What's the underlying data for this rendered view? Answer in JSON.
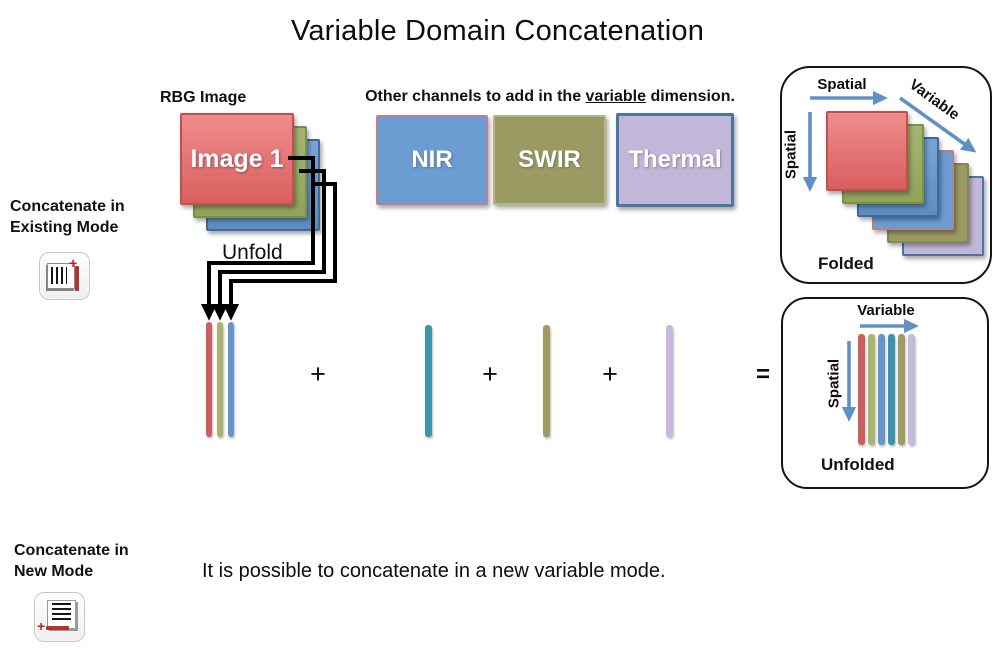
{
  "title": "Variable Domain Concatenation",
  "left_panel": {
    "existing": {
      "line1": "Concatenate in",
      "line2": "Existing Mode"
    },
    "new_mode": {
      "line1": "Concatenate in",
      "line2": "New Mode"
    }
  },
  "rgb_image": {
    "caption": "RBG Image",
    "front_label": "Image 1"
  },
  "unfold_label": "Unfold",
  "other_channels": {
    "prefix": "Other channels to add in the ",
    "underlined": "variable",
    "suffix": " dimension.",
    "channels": [
      {
        "label": "NIR"
      },
      {
        "label": "SWIR"
      },
      {
        "label": "Thermal"
      }
    ]
  },
  "folded_box": {
    "spatial_top": "Spatial",
    "variable": "Variable",
    "spatial_left": "Spatial",
    "caption": "Folded"
  },
  "unfolded_box": {
    "variable": "Variable",
    "spatial": "Spatial",
    "caption": "Unfolded"
  },
  "operators": {
    "plus": "+",
    "equals": "="
  },
  "bottom_text": "It is possible to concatenate in a new variable mode.",
  "palette": {
    "red_border": "#c05050",
    "red_fill_top": "#f08c8c",
    "red_fill_bot": "#d95f5f",
    "green_border": "#78924a",
    "green_fill_top": "#a6b573",
    "green_fill_bot": "#8fa35a",
    "blue_border": "#3f6a96",
    "blue_fill_top": "#7aa3d3",
    "blue_fill_bot": "#5d8dc0",
    "nir_fill": "#6b9cd2",
    "nir_border": "#b4838e",
    "swir_fill": "#9a9a62",
    "swir_border": "#b5b588",
    "thermal_fill": "#c3b7d9",
    "thermal_border": "#4a76a2",
    "red_bar": "#c9605f",
    "green_bar": "#a9b470",
    "blue_bar": "#6695cc",
    "teal_bar": "#3d93ad",
    "olive_bar": "#a19a63",
    "lavender_bar": "#c6badb",
    "arrow_blue": "#6090c6",
    "connector_black": "#000000",
    "accent_red_icon": "#c22222"
  }
}
